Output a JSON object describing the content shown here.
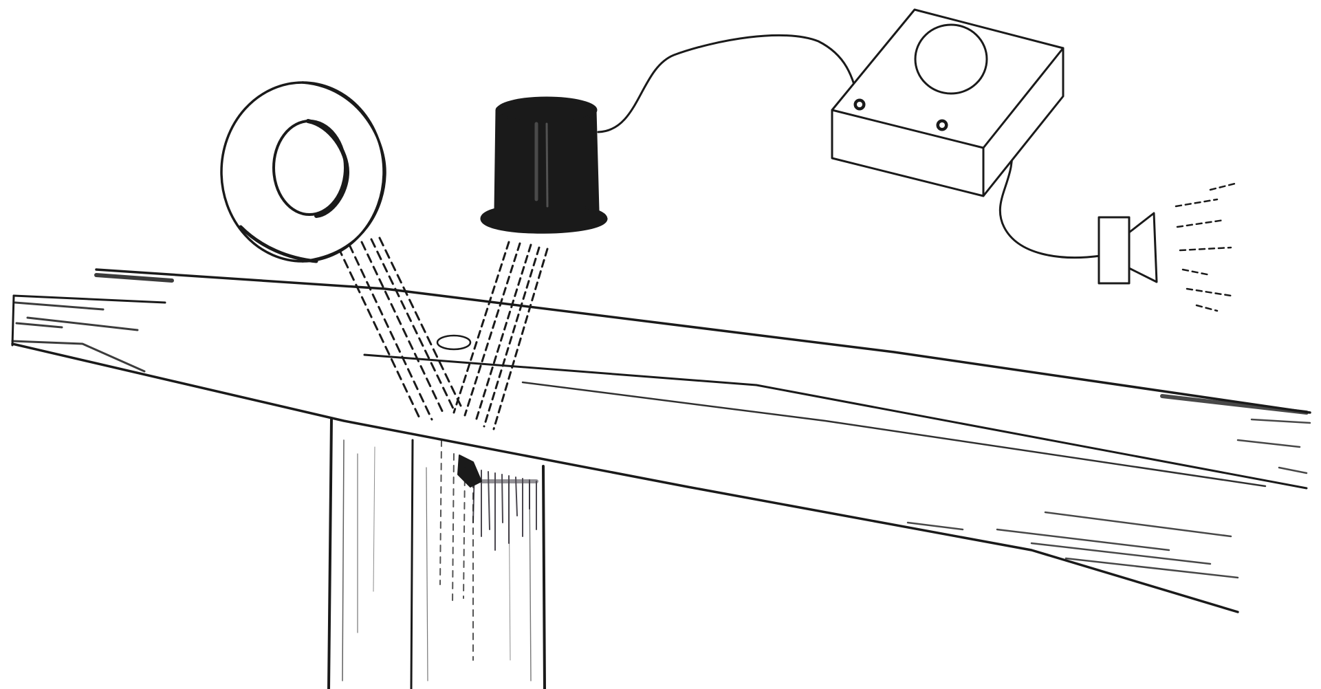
{
  "figure": {
    "elements": [
      {
        "id": "xray-tube",
        "icon": "xray-source-icon"
      },
      {
        "id": "detector",
        "icon": "detector-head-icon"
      },
      {
        "id": "counter-box",
        "icon": "counter-box-icon"
      },
      {
        "id": "speaker",
        "icon": "speaker-icon"
      },
      {
        "id": "wooden-beam",
        "icon": "beam-icon"
      },
      {
        "id": "wooden-post",
        "icon": "post-icon"
      }
    ],
    "colors": {
      "ink": "#1a1a1a",
      "paper": "#ffffff",
      "shade": "#2b2630"
    }
  }
}
